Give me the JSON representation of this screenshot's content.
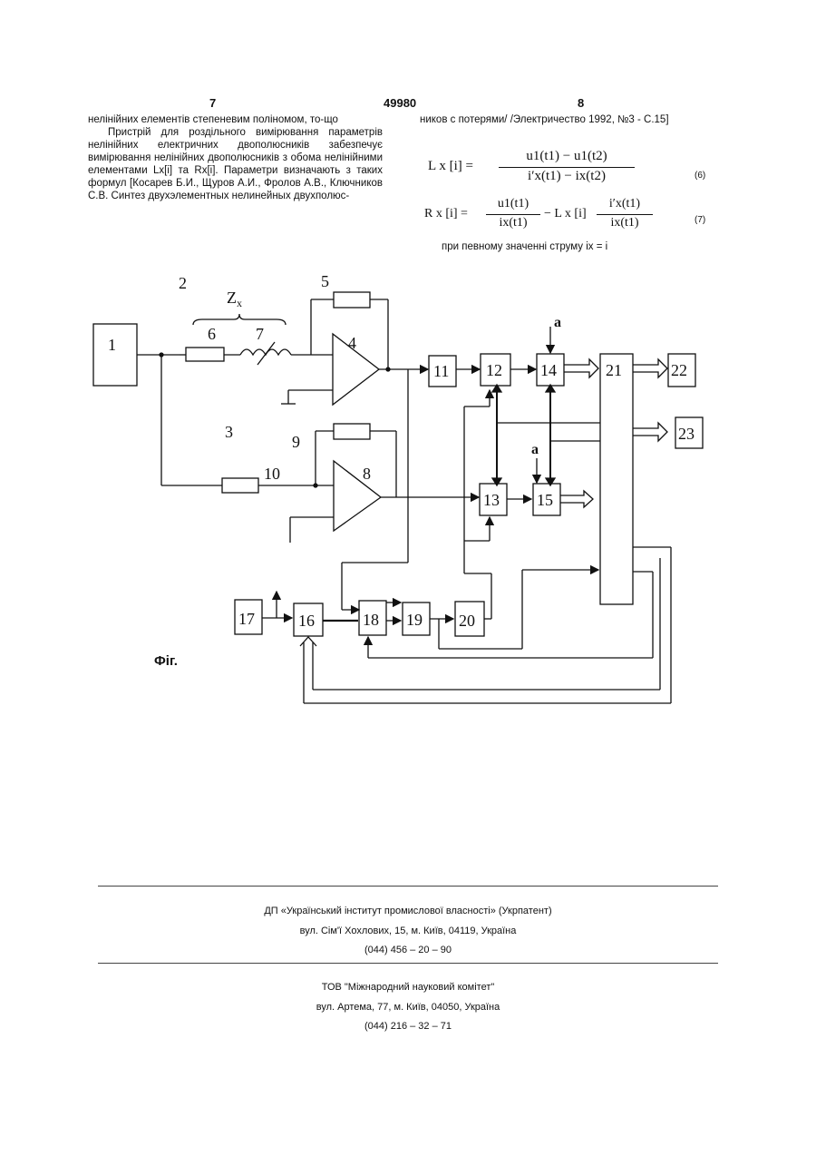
{
  "header": {
    "left_page": "7",
    "patent_no": "49980",
    "right_page": "8"
  },
  "left_column": {
    "cont": "нелінійних елементів степеневим поліномом, то-що",
    "para": "Пристрій для роздільного вимірювання параметрів нелінійних електричних двополюсників забезпечує вимірювання нелінійних двополюсників з обома нелінійними елементами Lx[i] та Rx[i]. Параметри визначають з таких формул [Косарев Б.И., Щуров А.И., Фролов А.В., Ключников С.В. Синтез двухэлементных нелинейных двухполюс-"
  },
  "right_column": {
    "cont": "ников с потерями/ /Электричество 1992, №3 - С.15]",
    "eq6_lhs": "L x [i] =",
    "eq6_num": "u1(t1) − u1(t2)",
    "eq6_den": "i′x(t1) − ix(t2)",
    "eq6_no": "(6)",
    "eq7_lhs": "R x [i] =",
    "eq7_frac1_num": "u1(t1)",
    "eq7_frac1_den": "ix(t1)",
    "eq7_mid": "− L x [i]",
    "eq7_frac2_num": "i′x(t1)",
    "eq7_frac2_den": "ix(t1)",
    "eq7_no": "(7)",
    "after": "при певному значенні струму ix = i"
  },
  "diagram": {
    "labels": {
      "n1": "1",
      "n2": "2",
      "n3": "3",
      "n4": "4",
      "n5": "5",
      "n6": "6",
      "n7": "7",
      "n8": "8",
      "n9": "9",
      "n10": "10",
      "n11": "11",
      "n12": "12",
      "n13": "13",
      "n14": "14",
      "n15": "15",
      "n16": "16",
      "n17": "17",
      "n18": "18",
      "n19": "19",
      "n20": "20",
      "n21": "21",
      "n22": "22",
      "n23": "23",
      "zx": "Z",
      "zx_sub": "x",
      "a_top": "a",
      "a_mid": "a"
    },
    "caption": "Фіг."
  },
  "footer": {
    "org1_name": "ДП «Український інститут промислової власності» (Укрпатент)",
    "org1_addr": "вул. Сім'ї Хохлових, 15, м. Київ, 04119, Україна",
    "org1_phone": "(044) 456 – 20 – 90",
    "org2_name": "ТОВ \"Міжнародний науковий комітет\"",
    "org2_addr": "вул. Артема, 77, м. Київ, 04050, Україна",
    "org2_phone": "(044) 216 – 32 – 71"
  }
}
